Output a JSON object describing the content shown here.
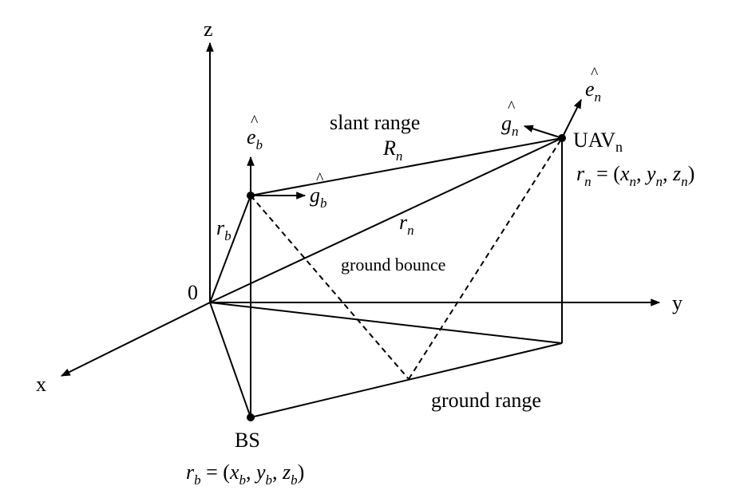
{
  "axes": {
    "x": "x",
    "y": "y",
    "z": "z",
    "origin": "0"
  },
  "labels": {
    "slant_range": "slant range",
    "slant_symbol": "R",
    "slant_symbol_sub": "n",
    "ground_bounce": "ground bounce",
    "ground_range": "ground range",
    "bs": "BS",
    "uav": "UAV",
    "uav_sub": "n",
    "r_b": "r",
    "r_b_sub": "b",
    "r_n": "r",
    "r_n_sub": "n",
    "e_b": "e",
    "e_b_sub": "b",
    "g_b": "g",
    "g_b_sub": "b",
    "e_n": "e",
    "e_n_sub": "n",
    "g_n": "g",
    "g_n_sub": "n",
    "hat": "^"
  },
  "equations": {
    "uav_position": {
      "lhs": "r",
      "lhs_sub": "n",
      "eq": " = (",
      "c1": "x",
      "c1_sub": "n",
      "sep1": ", ",
      "c2": "y",
      "c2_sub": "n",
      "sep2": ", ",
      "c3": "z",
      "c3_sub": "n",
      "close": ")"
    },
    "bs_position": {
      "lhs": "r",
      "lhs_sub": "b",
      "eq": " = (",
      "c1": "x",
      "c1_sub": "b",
      "sep1": ", ",
      "c2": "y",
      "c2_sub": "b",
      "sep2": ", ",
      "c3": "z",
      "c3_sub": "b",
      "close": ")"
    }
  }
}
